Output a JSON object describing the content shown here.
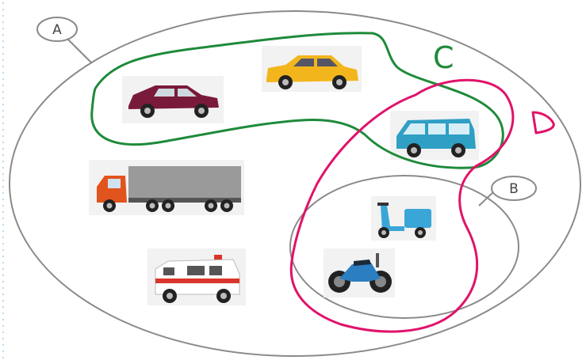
{
  "sets": {
    "a": {
      "label": "A",
      "stroke": "#7a7a7a"
    },
    "b": {
      "label": "B",
      "stroke": "#7a7a7a"
    },
    "c": {
      "label": "C",
      "stroke": "#1e8a3a"
    },
    "d": {
      "label": "D",
      "stroke": "#e0136a"
    }
  },
  "vehicles": [
    {
      "name": "maroon-car-icon",
      "color": "#7a1a3a"
    },
    {
      "name": "yellow-taxi-icon",
      "color": "#f2b61c"
    },
    {
      "name": "blue-van-icon",
      "color": "#2f9fc4"
    },
    {
      "name": "orange-truck-icon",
      "color": "#e2541d"
    },
    {
      "name": "blue-scooter-icon",
      "color": "#3aa6d8"
    },
    {
      "name": "blue-motorcycle-icon",
      "color": "#2b7ec0"
    },
    {
      "name": "ambulance-icon",
      "color": "#d9352a"
    }
  ]
}
